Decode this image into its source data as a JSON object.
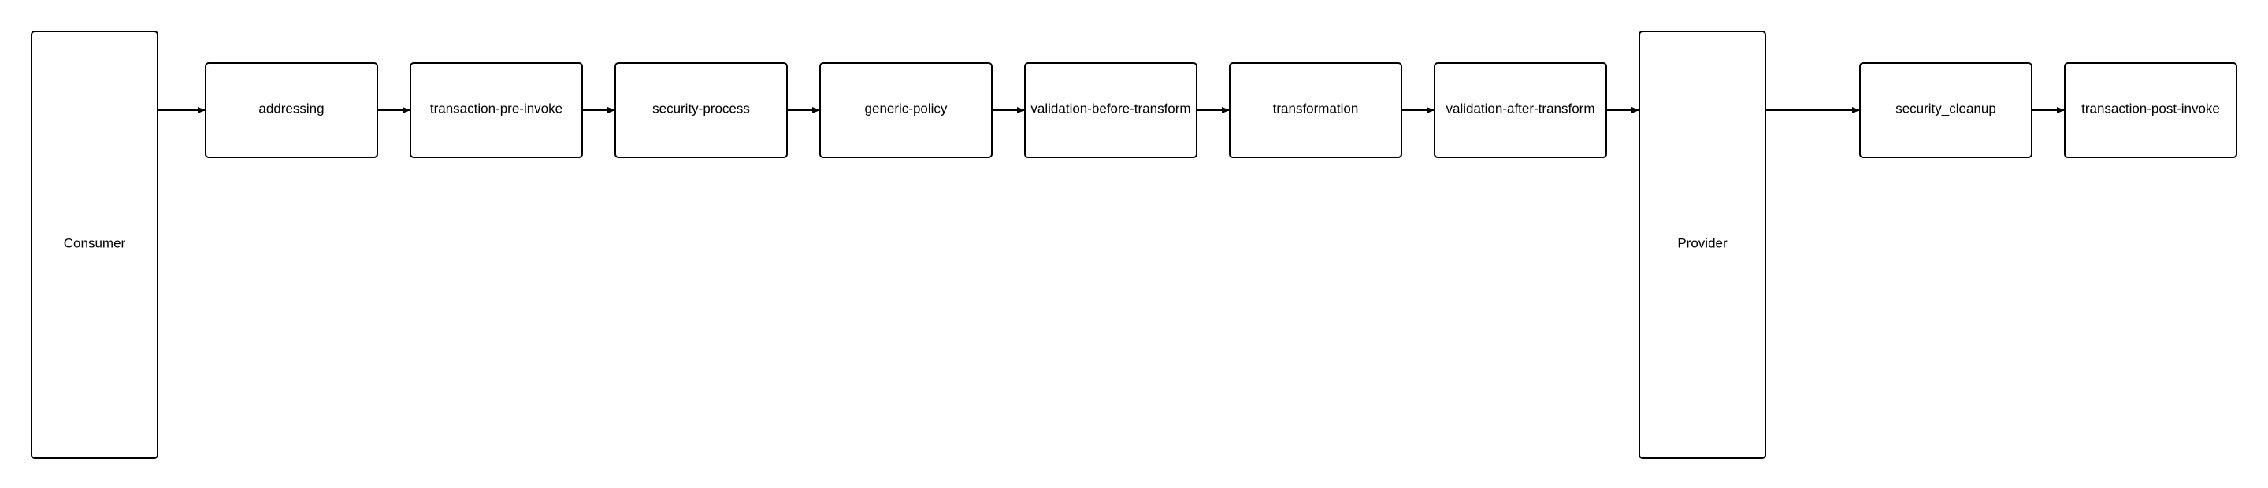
{
  "diagram": {
    "nodes": {
      "consumer": "Consumer",
      "addressing": "addressing",
      "transaction_pre_invoke": "transaction-pre-invoke",
      "security_process": "security-process",
      "generic_policy": "generic-policy",
      "validation_before_transform": "validation-before-transform",
      "transformation": "transformation",
      "validation_after_transform": "validation-after-transform",
      "provider": "Provider",
      "security_cleanup": "security_cleanup",
      "transaction_post_invoke": "transaction-post-invoke"
    }
  }
}
